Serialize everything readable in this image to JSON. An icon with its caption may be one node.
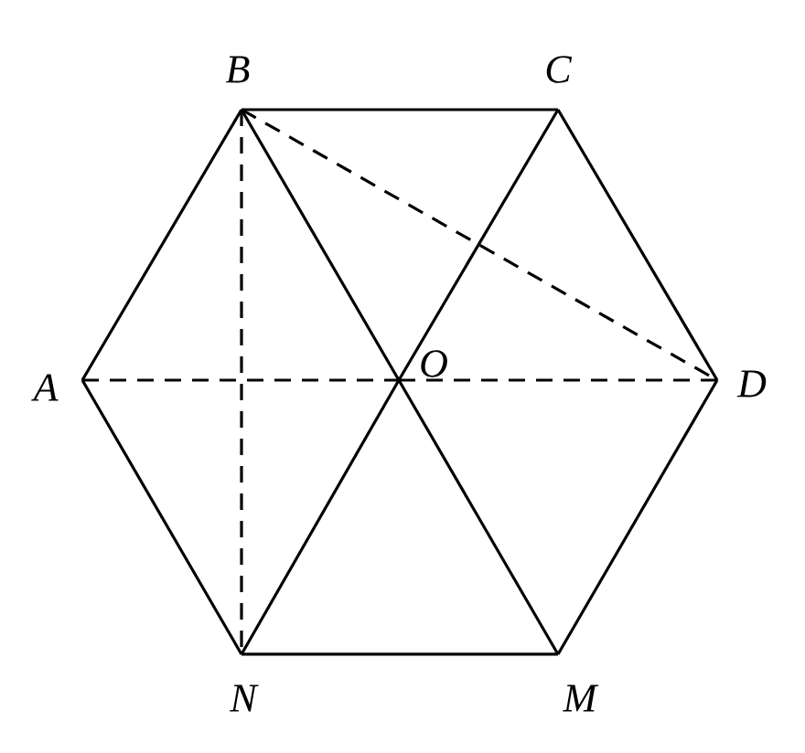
{
  "diagram": {
    "nodes": [
      {
        "text": [
          "B"
        ]
      },
      {
        "text": [
          "C"
        ]
      },
      {
        "text": [
          "A"
        ]
      },
      {
        "text": [
          "O"
        ]
      },
      {
        "text": [
          "D"
        ]
      },
      {
        "text": [
          "N"
        ]
      },
      {
        "text": [
          "M"
        ]
      }
    ],
    "edges": [
      {
        "from": 0,
        "to": 1,
        "arrow": "none"
      },
      {
        "from": 1,
        "to": 4,
        "arrow": "none"
      },
      {
        "from": 4,
        "to": 6,
        "arrow": "none"
      },
      {
        "from": 6,
        "to": 5,
        "arrow": "none"
      },
      {
        "from": 5,
        "to": 2,
        "arrow": "none"
      },
      {
        "from": 2,
        "to": 0,
        "arrow": "none"
      },
      {
        "from": 0,
        "to": 3,
        "arrow": "none"
      },
      {
        "from": 3,
        "to": 6,
        "arrow": "none"
      },
      {
        "from": 1,
        "to": 3,
        "arrow": "none"
      },
      {
        "from": 3,
        "to": 5,
        "arrow": "none"
      },
      {
        "from": 0,
        "to": 5,
        "arrow": "none",
        "style": "dashed"
      },
      {
        "from": 0,
        "to": 4,
        "arrow": "none",
        "style": "dashed"
      },
      {
        "from": 2,
        "to": 3,
        "arrow": "none",
        "style": "dashed"
      },
      {
        "from": 3,
        "to": 4,
        "arrow": "none",
        "style": "dashed"
      }
    ]
  }
}
